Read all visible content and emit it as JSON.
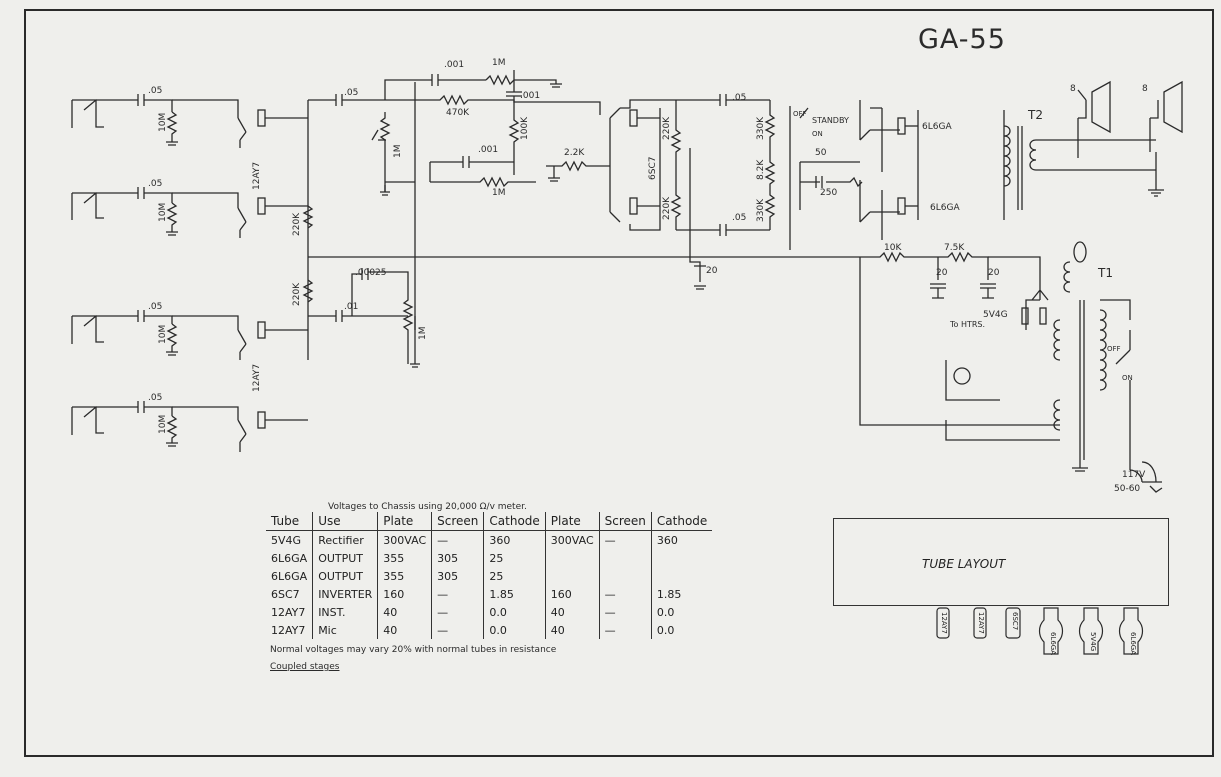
{
  "title": "GA-55",
  "components": {
    "caps": [
      ".05",
      ".05",
      ".05",
      ".05",
      ".05",
      ".001",
      ".001",
      ".001",
      ".05",
      ".05",
      ".00025",
      ".01",
      "50"
    ],
    "resistors": [
      "10M",
      "10M",
      "10M",
      "10M",
      "470K",
      "1M",
      "100K",
      "1M",
      "1M",
      "2.2K",
      "1M",
      "220K",
      "220K",
      "220K",
      "220K",
      "330K",
      "330K",
      "8.2K",
      "250",
      "10K",
      "7.5K"
    ],
    "elec_caps": [
      "20",
      "20",
      "20"
    ],
    "tubes": [
      "12AY7",
      "12AY7",
      "6SC7",
      "6L6GA",
      "6L6GA",
      "5V4G"
    ],
    "switch": {
      "standby": "STANDBY",
      "off": "OFF",
      "on": "ON"
    },
    "power_switch": {
      "off": "OFF",
      "on": "ON"
    },
    "transformers": [
      "T2",
      "T1"
    ],
    "speakers": [
      "8",
      "8"
    ],
    "heaters": "To HTRS.",
    "mains": [
      "117V",
      "50-60"
    ]
  },
  "table": {
    "caption": "Voltages to Chassis using 20,000 Ω/v meter.",
    "headers": [
      "Tube",
      "Use",
      "Plate",
      "Screen",
      "Cathode",
      "Plate",
      "Screen",
      "Cathode"
    ],
    "rows": [
      [
        "5V4G",
        "Rectifier",
        "300VAC",
        "—",
        "360",
        "300VAC",
        "—",
        "360"
      ],
      [
        "6L6GA",
        "OUTPUT",
        "355",
        "305",
        "25",
        "",
        "",
        ""
      ],
      [
        "6L6GA",
        "OUTPUT",
        "355",
        "305",
        "25",
        "",
        "",
        ""
      ],
      [
        "6SC7",
        "INVERTER",
        "160",
        "—",
        "1.85",
        "160",
        "—",
        "1.85"
      ],
      [
        "12AY7",
        "INST.",
        "40",
        "—",
        "0.0",
        "40",
        "—",
        "0.0"
      ],
      [
        "12AY7",
        "Mic",
        "40",
        "—",
        "0.0",
        "40",
        "—",
        "0.0"
      ]
    ],
    "note1": "Normal voltages may vary 20% with normal tubes in resistance",
    "note2": "Coupled stages"
  },
  "tube_layout": {
    "label": "TUBE LAYOUT",
    "tubes": [
      "12AY7",
      "12AY7",
      "6SC7",
      "6L6GA",
      "5V4G",
      "6L6GA"
    ]
  }
}
